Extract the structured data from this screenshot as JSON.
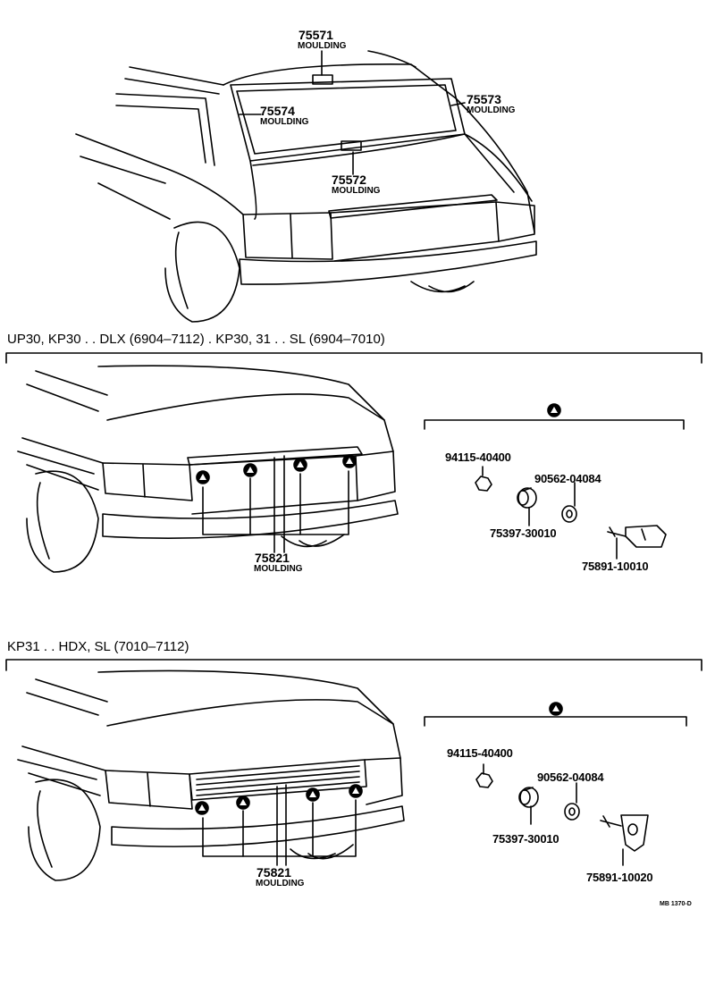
{
  "top": {
    "p75571": {
      "number": "75571",
      "name": "MOULDING"
    },
    "p75573": {
      "number": "75573",
      "name": "MOULDING"
    },
    "p75574": {
      "number": "75574",
      "name": "MOULDING"
    },
    "p75572": {
      "number": "75572",
      "name": "MOULDING"
    }
  },
  "section1": {
    "header": "UP30, KP30 . . DLX (6904–7112) . KP30, 31 . . SL (6904–7010)",
    "moulding": {
      "number": "75821",
      "name": "MOULDING"
    },
    "parts": {
      "nut": "94115-40400",
      "washer": "90562-04084",
      "grommet": "75397-30010",
      "clip": "75891-10010"
    }
  },
  "section2": {
    "header": "KP31 . . HDX, SL (7010–7112)",
    "moulding": {
      "number": "75821",
      "name": "MOULDING"
    },
    "parts": {
      "nut": "94115-40400",
      "washer": "90562-04084",
      "grommet": "75397-30010",
      "clip": "75891-10020"
    }
  },
  "figure_ref": "MB 1370-D"
}
